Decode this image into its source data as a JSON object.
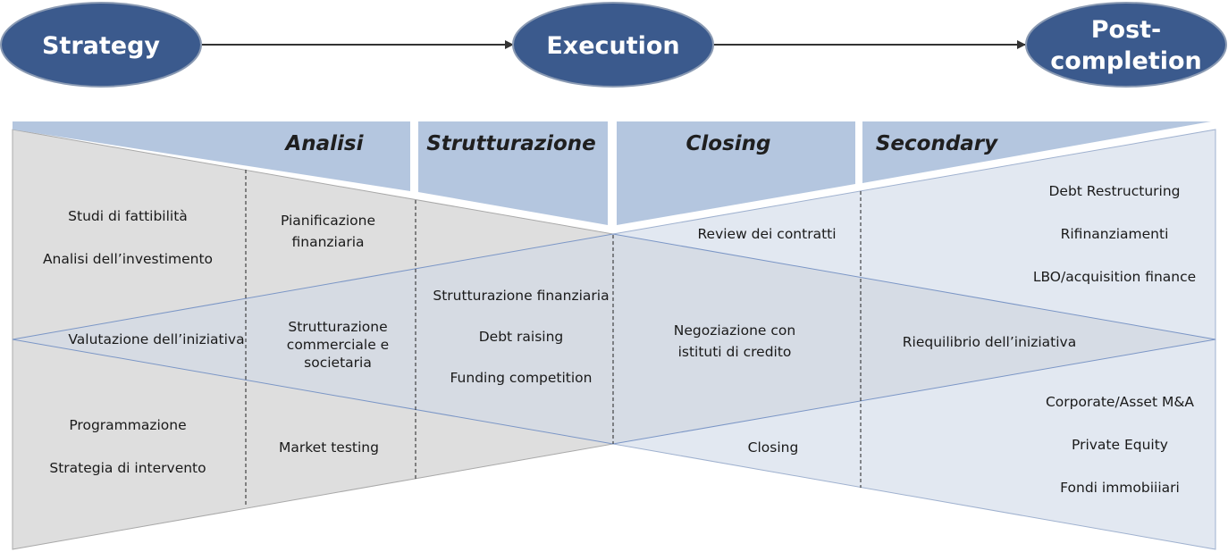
{
  "phases": [
    {
      "id": "strategy",
      "lines": [
        "Strategy"
      ]
    },
    {
      "id": "execution",
      "lines": [
        "Execution"
      ]
    },
    {
      "id": "post-completion",
      "lines": [
        "Post-",
        "completion"
      ]
    }
  ],
  "headers": [
    "Analisi",
    "Strutturazione",
    "Closing",
    "Secondary"
  ],
  "items": {
    "col1": {
      "top": [
        "Studi di fattibilità",
        "Analisi dell’investimento"
      ],
      "middle": [
        "Valutazione dell’iniziativa"
      ],
      "bottom": [
        "Programmazione",
        "Strategia di intervento"
      ]
    },
    "col2": {
      "top": [
        "Pianificazione",
        "finanziaria"
      ],
      "middle": [
        "Strutturazione",
        "commerciale e",
        "societaria"
      ],
      "bottom": [
        "Market testing"
      ]
    },
    "col3": {
      "middle": [
        "Strutturazione finanziaria",
        "Debt raising",
        "Funding competition"
      ]
    },
    "col4": {
      "top": [
        "Review dei contratti"
      ],
      "middle": [
        "Negoziazione con",
        "istituti di credito"
      ],
      "bottom": [
        "Closing"
      ]
    },
    "col5": {
      "top": [
        "Debt Restructuring",
        "Rifinanziamenti",
        "LBO/acquisition finance"
      ],
      "middle": [
        "Riequilibrio dell’iniziativa"
      ],
      "bottom": [
        "Corporate/Asset M&A",
        "Private Equity",
        "Fondi immobiiiari"
      ]
    }
  },
  "colors": {
    "phase_fill": "#3b5a8d",
    "header_band": "#b4c6df",
    "left_region": "#dedede",
    "right_region": "#e2e8f1",
    "center_region": "#d5dae3",
    "separator": "#222222"
  }
}
